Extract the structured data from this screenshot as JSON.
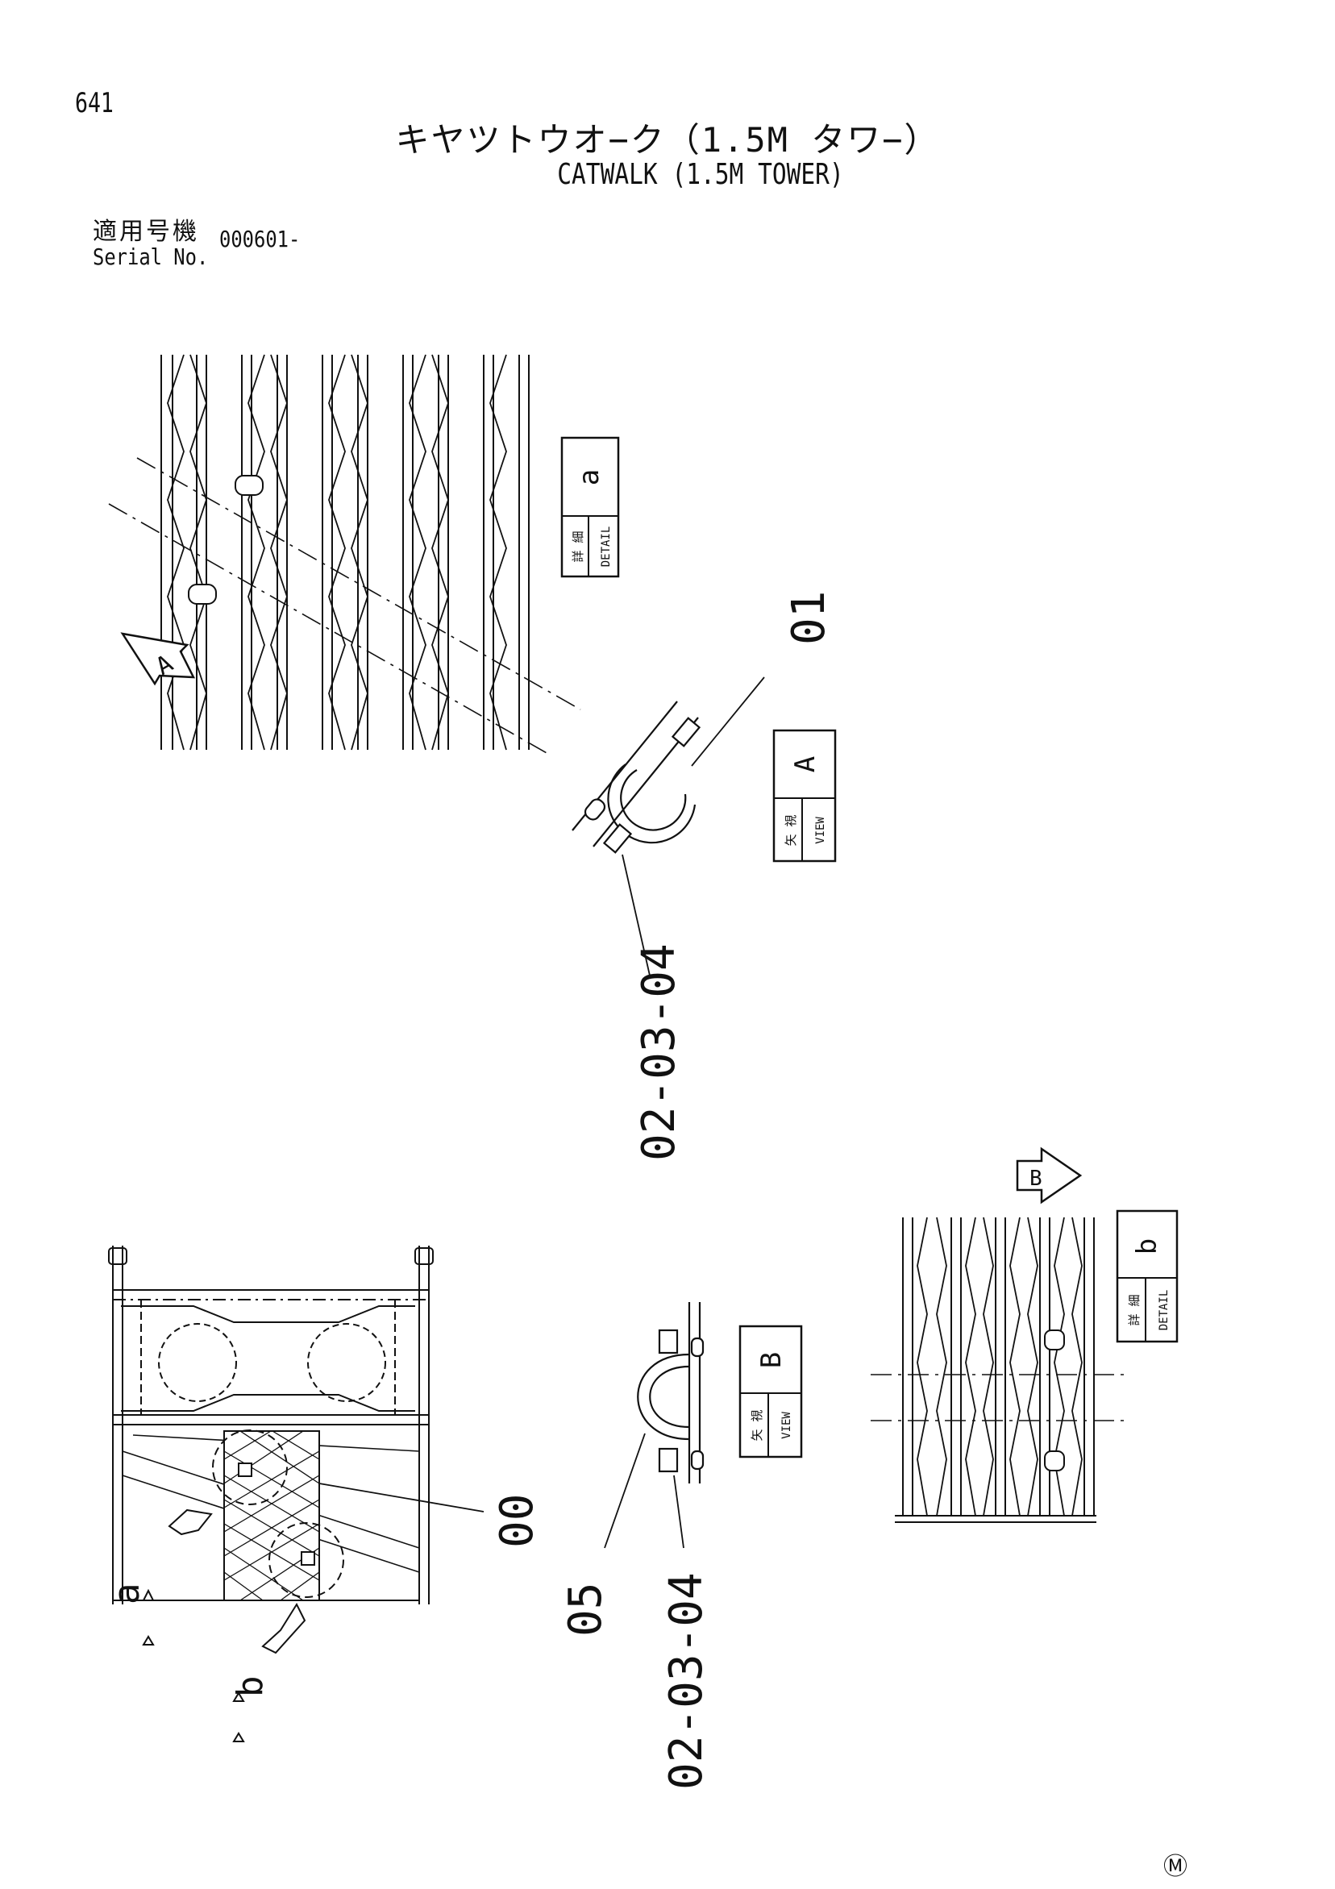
{
  "page_number": "641",
  "title_jp": "キヤツトウオ−ク（1.5M タワ−）",
  "title_en": "CATWALK (1.5M TOWER)",
  "serial": {
    "label_jp": "適用号機",
    "label_en": "Serial No.",
    "value": "000601-"
  },
  "labels": {
    "detail_a": {
      "jp": "詳 細",
      "en": "DETAIL",
      "letter": "a"
    },
    "detail_b": {
      "jp": "詳 細",
      "en": "DETAIL",
      "letter": "b"
    },
    "view_a": {
      "jp": "矢 視",
      "en": "VIEW",
      "letter": "A"
    },
    "view_b": {
      "jp": "矢 視",
      "en": "VIEW",
      "letter": "B"
    },
    "arrow_a": "A",
    "arrow_b": "B",
    "callout_01": "01",
    "callout_00": "00",
    "callout_05": "05",
    "callout_020304_top": "02-03-04",
    "callout_020304_bottom": "02-03-04",
    "section_a": "a",
    "section_b": "b"
  },
  "copyright_mark": "Ⓜ"
}
